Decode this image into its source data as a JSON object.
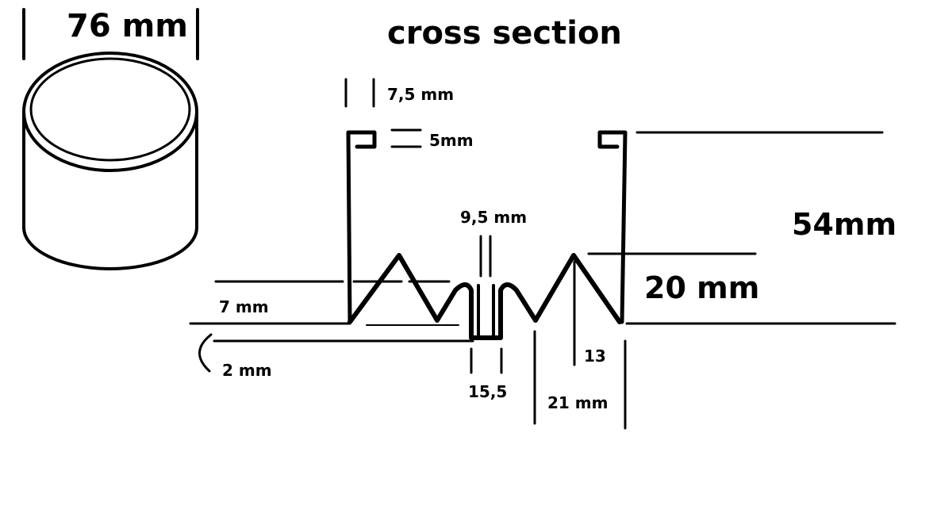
{
  "title": "cross section",
  "labels": {
    "diameter": "76 mm",
    "hook_width": "7,5 mm",
    "hook_height": "5mm",
    "gap_top": "9,5 mm",
    "total_height": "54mm",
    "profile_height": "20 mm",
    "base_offset": "7 mm",
    "thickness": "2 mm",
    "slot_width": "15,5",
    "peak_spacing": "13",
    "span": "21 mm"
  },
  "colors": {
    "ink": "#000000",
    "background": "#ffffff"
  }
}
